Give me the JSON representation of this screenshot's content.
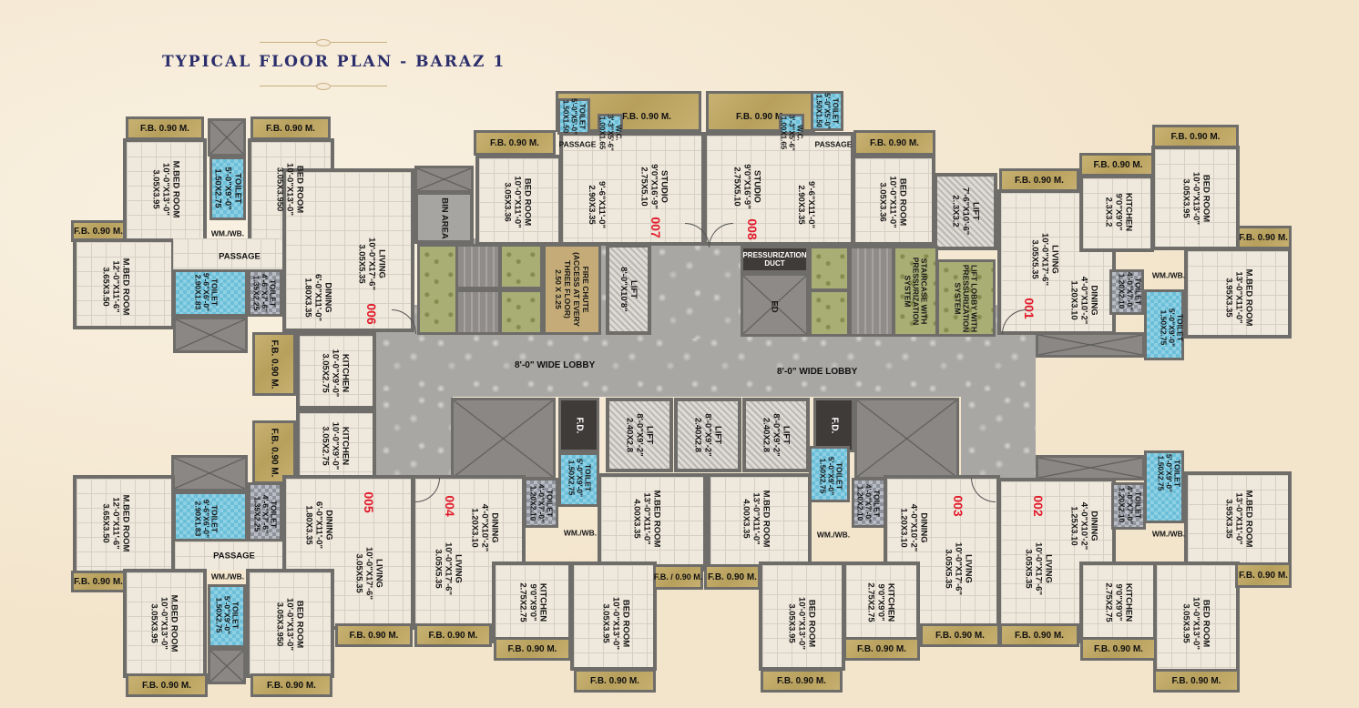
{
  "title": "TYPICAL FLOOR PLAN - BARAZ 1",
  "colors": {
    "title": "#2b2e6b",
    "unit_number": "#e21a2b",
    "wall": "#6f6d6a",
    "flower_bed": "#c2ab68",
    "toilet": "#8fd0e4",
    "lobby": "#a9a7a4",
    "background": "#f5ead6"
  },
  "common": {
    "fb": "F.B. 0.90 M.",
    "fb_split": "F.B. / 0.90 M.",
    "wmwb": "WM./WB.",
    "passage": "PASSAGE",
    "lobby_left": "8'-0\" WIDE LOBBY",
    "lobby_right": "8'-0\" WIDE LOBBY",
    "bin_area": "BIN AREA",
    "fire_chute": "FIRE CHUTE\n(ACCESS AT EVERY\nTHREE FLOOR)\n2.50 X 3.25",
    "lift_top_left": "LIFT\n8'-0\"X10'8\"",
    "lift_top_right": "LIFT\n7'-6\"X10'-6\"\n2..3X3.2",
    "pressurization_duct": "PRESSURIZATION\nDUCT",
    "ed": "ED",
    "staircase": "STAIRCASE WITH\nPRESSURIZATION\nSYSTEM",
    "lift_lobby": "LIFT LOBBY WITH\nPRESSURIZATION\nSYSTEM",
    "fd": "F.D.",
    "lift_center": "LIFT\n8'-0\"X9'-2\"\n2.40X2.8"
  },
  "units": {
    "u001": {
      "number": "001",
      "living": "LIVING\n10'-0\"X17'-6\"\n3.05X5.35",
      "kitchen": "KITCHEN\n9'0\"X9'0\"\n2.3X3.2",
      "bed": "BED ROOM\n10'-0\"X13'-0\"\n3.05X3.95",
      "mbed": "M.BED ROOM\n13'-0\"X11'-0\"\n3.95X3.35",
      "dining": "DINING\n4'-0\"X10'-2\"\n1.20X3.10",
      "toilet1": "TOILET\n4'-0\"X7'-0\"\n1.20X2.10",
      "toilet2": "TOILET\n5'-0\"X9'-0\"\n1.50X2.75"
    },
    "u002": {
      "number": "002",
      "living": "LIVING\n10'-0\"X17'-6\"\n3.05X5.35",
      "kitchen": "KITCHEN\n9'0\"X9'0\"\n2.75X2.75",
      "bed": "BED ROOM\n10'-0\"X13'-0\"\n3.05X3.95",
      "mbed": "M.BED ROOM\n13'-0\"X11'-0\"\n3.95X3.35",
      "dining": "DINING\n4'-0\"X10'-2\"\n1.25X3.10",
      "toilet1": "TOILET\n4'-0\"X7'-0\"\n1.20X2.10",
      "toilet2": "TOILET\n5'-0\"X9'-0\"\n1.50X2.75"
    },
    "u003": {
      "number": "003",
      "living": "LIVING\n10'-0\"X17'-6\"\n3.05X5.35",
      "kitchen": "KITCHEN\n9'0\"X9'0\"\n2.75X2.75",
      "bed": "BED ROOM\n10'-0\"X13'-0\"\n3.05X3.95",
      "mbed": "M.BED ROOM\n13'-0\"X11'-0\"\n4.00X3.35",
      "dining": "DINING\n4'-0\"X10'-2\"\n1.20X3.10",
      "toilet1": "TOILET\n4'-0\"X7'-0\"\n1.20X2.10",
      "toilet2": "TOILET\n5'-0\"X9'-0\"\n1.50X2.75"
    },
    "u004": {
      "number": "004",
      "living": "LIVING\n10'-0\"X17'-6\"\n3.05X5.35",
      "kitchen": "KITCHEN\n9'0\"X9'0\"\n2.75X2.75",
      "bed": "BED ROOM\n10'-0\"X13'-0\"\n3.05X3.95",
      "mbed": "M.BED ROOM\n13'-0\"X11'-0\"\n4.00X3.35",
      "dining": "DINING\n4'-0\"X10'-2\"\n1.20X3.10",
      "toilet1": "TOILET\n4'-0\"X7'-0\"\n1.20X2.10",
      "toilet2": "TOILET\n5'-0\"X9'-0\"\n1.50X2.75"
    },
    "u005": {
      "number": "005",
      "living": "LIVING\n10'-0\"X17'-6\"\n3.05X5.35",
      "kitchen": "KITCHEN\n10'-0\"X9'-0\"\n3.05X2.75",
      "bed": "BED ROOM\n10'-0\"X13'-0\"\n3.05X3.950",
      "mbed1": "M.BED ROOM\n10'-0\"X13'-0\"\n3.05X3.95",
      "mbed2": "M.BED ROOM\n12'-0\"X11'-6\"\n3.65X3.50",
      "dining": "DINING\n6'-0\"X11'-0\"\n1.80X3.35",
      "toilet1": "TOILET\n9'-6\"X6'-0\"\n2.90X1.83",
      "toilet2": "TOILET\n4'-6\"X7'-6\"\n1.35X2.25",
      "toilet3": "TOILET\n5'-0\"X9'-0\"\n1.50X2.75"
    },
    "u006": {
      "number": "006",
      "living": "LIVING\n10'-0\"X17'-6\"\n3.05X5.35",
      "kitchen": "KITCHEN\n10'-0\"X9'-0\"\n3.05X2.75",
      "bed": "BED ROOM\n10'-0\"X13'-0\"\n3.05X3.950",
      "mbed1": "M.BED ROOM\n10'-0\"X13'-0\"\n3.05X3.95",
      "mbed2": "M.BED ROOM\n12'-0\"X11'-6\"\n3.65X3.50",
      "dining": "DINING\n6'-0\"X11'-0\"\n1.80X3.35",
      "toilet1": "TOILET\n9'-6\"X6'-0\"\n2.90X1.83",
      "toilet2": "TOILET\n4'-6\"X7'-6\"\n1.35X2.25",
      "toilet3": "TOILET\n5'-0\"X9'-0\"\n1.50X2.75"
    },
    "u007": {
      "number": "007",
      "studio": "STUDIO\n9'0\"X16'-9\"\n2.75X5.10",
      "studio_part": "9'-6\"X11'-0\"\n2.90X3.35",
      "bed": "BED ROOM\n10'-0\"X11'-0\"\n3.05X3.36",
      "toilet": "TOILET\n5'-0\"X5'-0\"\n1.50X1.50",
      "wc": "W.C.\n3'-3\"X5'-6\"\n1.00X1.65"
    },
    "u008": {
      "number": "008",
      "studio": "STUDIO\n9'0\"X16'-9\"\n2.75X5.10",
      "studio_part": "9'-6\"X11'-0\"\n2.90X3.35",
      "bed": "BED ROOM\n10'-0\"X11'-0\"\n3.05X3.36",
      "toilet": "TOILET\n5'-0\"X5'-0\"\n1.50X1.50",
      "wc": "W.C.\n3'-3\"X5'-6\"\n1.00X1.65"
    }
  }
}
